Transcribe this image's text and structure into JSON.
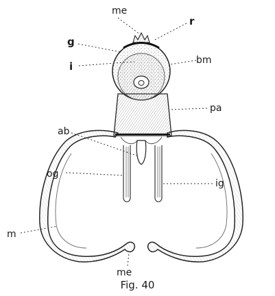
{
  "labels": {
    "me_top": "me",
    "r": "r",
    "g": "g",
    "bm": "bm",
    "i": "i",
    "pa": "pa",
    "ab": "ab",
    "og": "og",
    "ig": "ig",
    "m": "m",
    "me_bottom": "me"
  },
  "caption": "Fig. 40"
}
